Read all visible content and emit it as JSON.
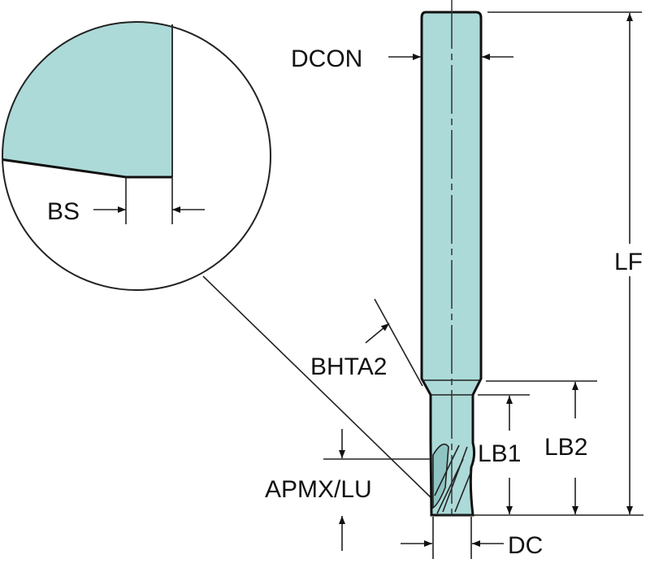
{
  "title": "Solid end mill dimension diagram",
  "labels": {
    "dcon": "DCON",
    "bs": "BS",
    "lf": "LF",
    "bhta2": "BHTA2",
    "lb1": "LB1",
    "lb2": "LB2",
    "apmx_lu": "APMX/LU",
    "dc": "DC"
  },
  "colors": {
    "tool_fill": "#acdad8",
    "line": "#111111"
  }
}
